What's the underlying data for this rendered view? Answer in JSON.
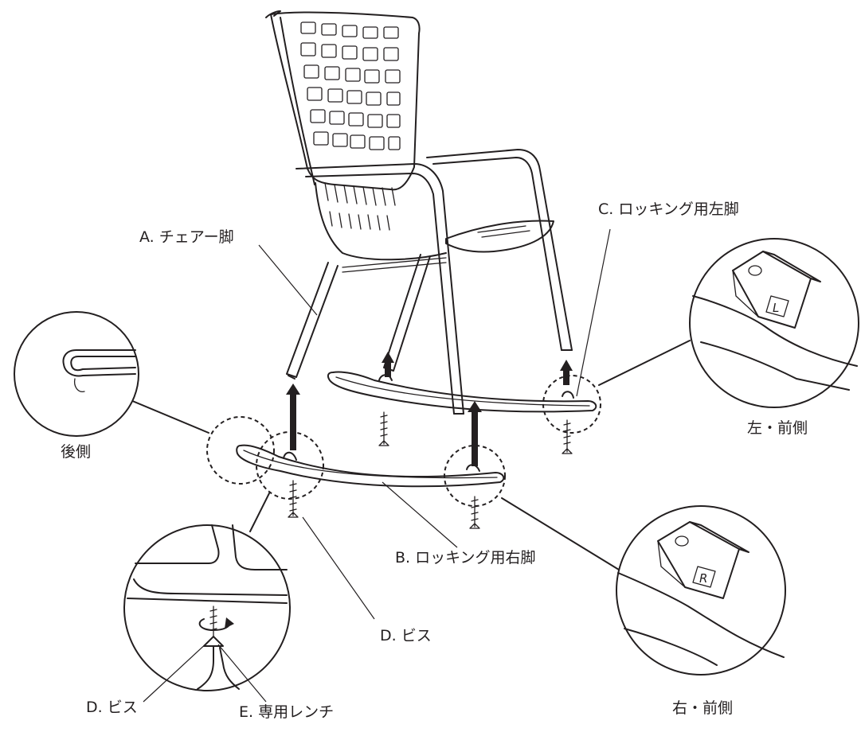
{
  "labels": {
    "chair_legs": "A. チェアー脚",
    "right_rocker": "B. ロッキング用右脚",
    "left_rocker": "C. ロッキング用左脚",
    "screw_main": "D. ビス",
    "screw_detail": "D. ビス",
    "wrench": "E. 専用レンチ",
    "rear_side": "後側",
    "left_front": "左・前側",
    "right_front": "右・前側"
  },
  "markers": {
    "left_tag": "L",
    "right_tag": "R"
  },
  "colors": {
    "line": "#231f20",
    "background": "#ffffff"
  },
  "icons": {
    "rotation": "rotate-clockwise-icon",
    "assembly_arrow": "up-arrow-icon"
  }
}
